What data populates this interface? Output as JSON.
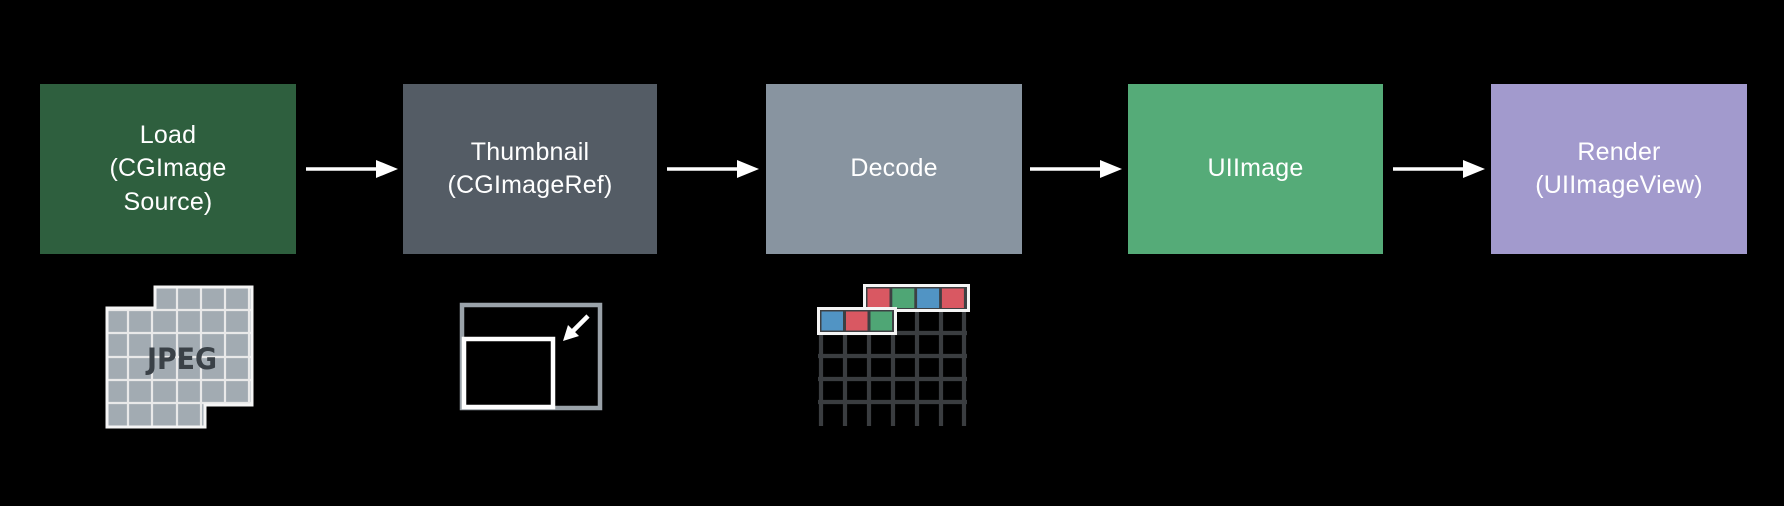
{
  "stages": [
    {
      "label": "Load\n(CGImage\nSource)",
      "color": "#2e5f3e"
    },
    {
      "label": "Thumbnail\n(CGImageRef)",
      "color": "#545c65"
    },
    {
      "label": "Decode",
      "color": "#8894a0"
    },
    {
      "label": "UIImage",
      "color": "#55ab78"
    },
    {
      "label": "Render\n(UIImageView)",
      "color": "#a29acd"
    }
  ],
  "arrow": {
    "color": "#ffffff"
  },
  "icons": {
    "jpeg": {
      "label": "JPEG",
      "tile_color": "#a2abb2",
      "grid_line_color": "#e9e9e9",
      "outline_color": "#f5f5f5",
      "text_color": "#3a4147"
    },
    "thumbnail": {
      "outer_border_color": "#9aa2a9",
      "inner_border_color": "#ffffff",
      "arrow_color": "#ffffff"
    },
    "decode": {
      "grid_color": "#3a3d40",
      "outline_color": "#f5f5f5",
      "gap_color": "#3d4043",
      "palette": {
        "red": "#d95862",
        "green": "#4fa675",
        "blue": "#5194c4"
      },
      "rows": [
        [
          "red",
          "green",
          "blue",
          "red"
        ],
        [
          "blue",
          "red",
          "green"
        ]
      ]
    }
  }
}
